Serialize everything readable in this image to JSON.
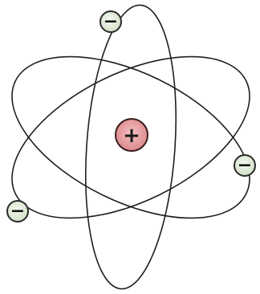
{
  "diagram": {
    "subject": "atom",
    "orbit_stroke_color": "#1f1f1f",
    "nucleus": {
      "symbol": "+",
      "charge_name": "positive",
      "fill_color": "#e79da0",
      "stroke_color": "#3a1d1d"
    },
    "electrons": [
      {
        "symbol": "−",
        "charge_name": "negative"
      },
      {
        "symbol": "−",
        "charge_name": "negative"
      },
      {
        "symbol": "−",
        "charge_name": "negative"
      }
    ],
    "electron_fill_color": "#d9e6d0",
    "electron_stroke_color": "#2b2b2b"
  }
}
